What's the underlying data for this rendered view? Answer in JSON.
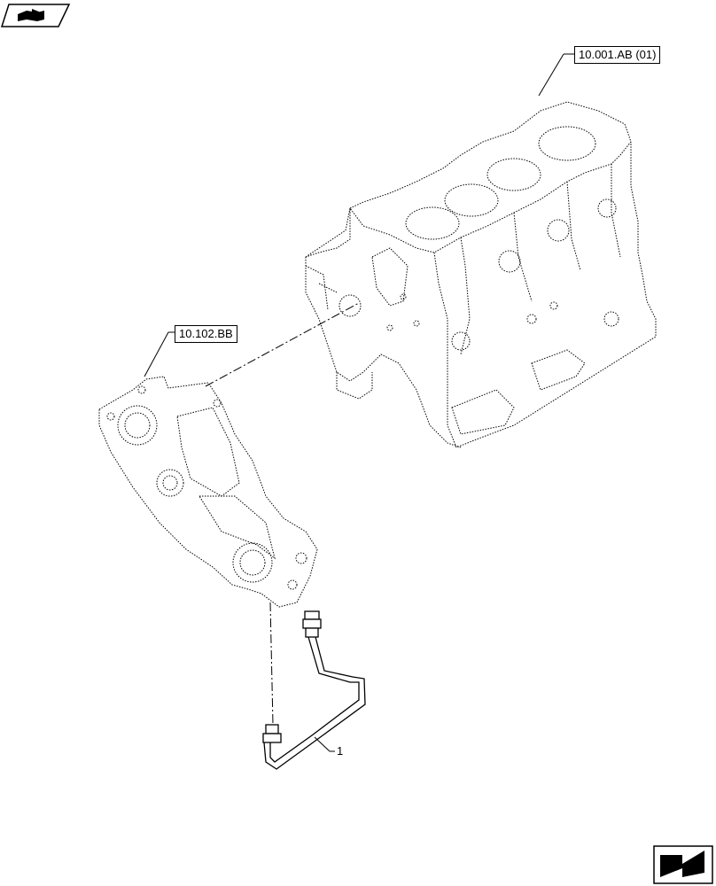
{
  "references": {
    "block": "10.001.AB (01)",
    "cover": "10.102.BB"
  },
  "callouts": {
    "pipe": "1"
  },
  "icons": {
    "top_left": "book-arrow-icon",
    "bottom_right": "next-page-arrow-icon"
  }
}
